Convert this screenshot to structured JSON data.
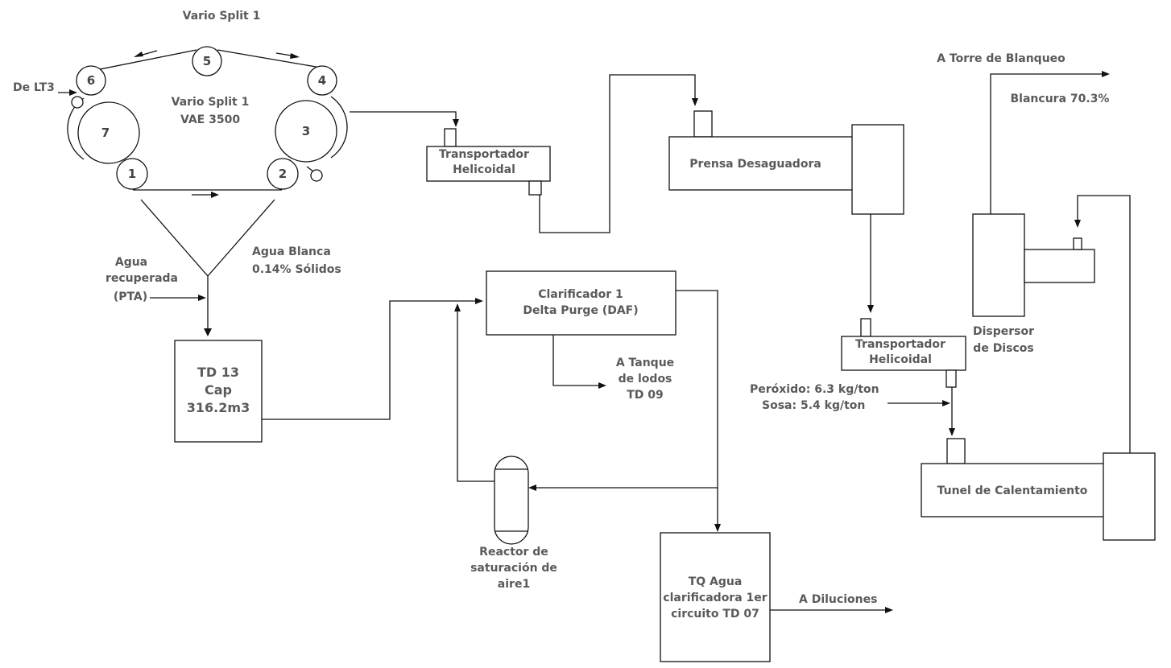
{
  "top_title": "Vario Split 1",
  "machine": {
    "line1": "Vario Split 1",
    "line2": "VAE 3500"
  },
  "rolls": [
    "1",
    "2",
    "3",
    "4",
    "5",
    "6",
    "7"
  ],
  "inlet_label": "De LT3",
  "white_water": {
    "line1": "Agua Blanca",
    "line2": "0.14% Sólidos"
  },
  "recovered_water": {
    "line1": "Agua",
    "line2": "recuperada",
    "line3": "(PTA)"
  },
  "td13": {
    "line1": "TD 13",
    "line2": "Cap",
    "line3": "316.2m3"
  },
  "clarifier": {
    "line1": "Clarificador 1",
    "line2": "Delta Purge (DAF)"
  },
  "sludge": {
    "line1": "A Tanque",
    "line2": "de lodos",
    "line3": "TD 09"
  },
  "reactor": {
    "line1": "Reactor de",
    "line2": "saturación de",
    "line3": "aire1"
  },
  "tq_water": {
    "line1": "TQ Agua",
    "line2": "clarificadora 1er",
    "line3": "circuito TD 07"
  },
  "dilutions": "A Diluciones",
  "conveyor1": {
    "line1": "Transportador",
    "line2": "Helicoidal"
  },
  "press": "Prensa Desaguadora",
  "conveyor2": {
    "line1": "Transportador",
    "line2": "Helicoidal"
  },
  "chemicals": {
    "line1": "Peróxido: 6.3 kg/ton",
    "line2": "Sosa: 5.4 kg/ton"
  },
  "tunnel": "Tunel de Calentamiento",
  "disperser": {
    "line1": "Dispersor",
    "line2": "de Discos"
  },
  "bleach_tower": "A Torre de Blanqueo",
  "brightness": "Blancura 70.3%"
}
